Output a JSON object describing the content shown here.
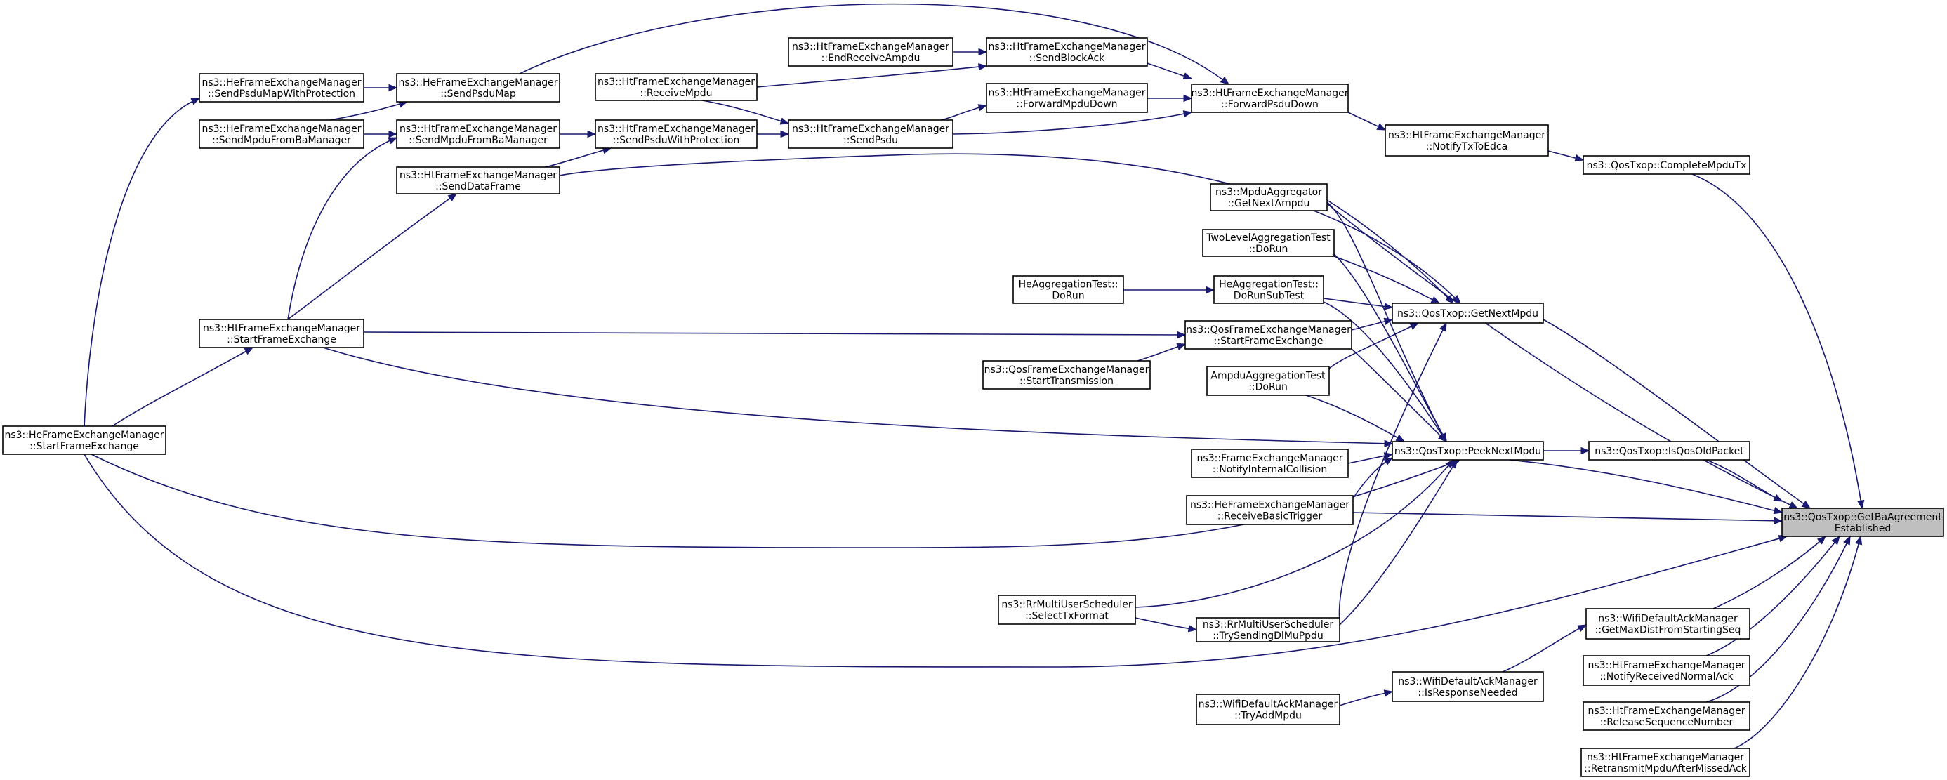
{
  "graph": {
    "nodes": [
      {
        "id": "target",
        "lines": [
          "ns3::QosTxop::GetBaAgreement",
          "Established"
        ],
        "highlight": true
      },
      {
        "id": "completeMpduTx",
        "lines": [
          "ns3::QosTxop::CompleteMpduTx"
        ]
      },
      {
        "id": "getNextMpdu",
        "lines": [
          "ns3::QosTxop::GetNextMpdu"
        ]
      },
      {
        "id": "isQosOldPacket",
        "lines": [
          "ns3::QosTxop::IsQosOldPacket"
        ]
      },
      {
        "id": "peekNextMpdu",
        "lines": [
          "ns3::QosTxop::PeekNextMpdu"
        ]
      },
      {
        "id": "getMaxDist",
        "lines": [
          "ns3::WifiDefaultAckManager",
          "::GetMaxDistFromStartingSeq"
        ]
      },
      {
        "id": "notifyReceivedNormalAck",
        "lines": [
          "ns3::HtFrameExchangeManager",
          "::NotifyReceivedNormalAck"
        ]
      },
      {
        "id": "releaseSequenceNumber",
        "lines": [
          "ns3::HtFrameExchangeManager",
          "::ReleaseSequenceNumber"
        ]
      },
      {
        "id": "retransmitMpdu",
        "lines": [
          "ns3::HtFrameExchangeManager",
          "::RetransmitMpduAfterMissedAck"
        ]
      },
      {
        "id": "notifyTxToEdca",
        "lines": [
          "ns3::HtFrameExchangeManager",
          "::NotifyTxToEdca"
        ]
      },
      {
        "id": "isResponseNeeded",
        "lines": [
          "ns3::WifiDefaultAckManager",
          "::IsResponseNeeded"
        ]
      },
      {
        "id": "forwardPsduDown",
        "lines": [
          "ns3::HtFrameExchangeManager",
          "::ForwardPsduDown"
        ]
      },
      {
        "id": "sendBlockAck",
        "lines": [
          "ns3::HtFrameExchangeManager",
          "::SendBlockAck"
        ]
      },
      {
        "id": "forwardMpduDown",
        "lines": [
          "ns3::HtFrameExchangeManager",
          "::ForwardMpduDown"
        ]
      },
      {
        "id": "endReceiveAmpdu",
        "lines": [
          "ns3::HtFrameExchangeManager",
          "::EndReceiveAmpdu"
        ]
      },
      {
        "id": "receiveMpdu",
        "lines": [
          "ns3::HtFrameExchangeManager",
          "::ReceiveMpdu"
        ]
      },
      {
        "id": "sendPsdu",
        "lines": [
          "ns3::HtFrameExchangeManager",
          "::SendPsdu"
        ]
      },
      {
        "id": "sendPsduWithProtection",
        "lines": [
          "ns3::HtFrameExchangeManager",
          "::SendPsduWithProtection"
        ]
      },
      {
        "id": "sendPsduMap",
        "lines": [
          "ns3::HeFrameExchangeManager",
          "::SendPsduMap"
        ]
      },
      {
        "id": "sendMpduFromBaManagerHt",
        "lines": [
          "ns3::HtFrameExchangeManager",
          "::SendMpduFromBaManager"
        ]
      },
      {
        "id": "sendDataFrame",
        "lines": [
          "ns3::HtFrameExchangeManager",
          "::SendDataFrame"
        ]
      },
      {
        "id": "sendPsduMapWithProtection",
        "lines": [
          "ns3::HeFrameExchangeManager",
          "::SendPsduMapWithProtection"
        ]
      },
      {
        "id": "sendMpduFromBaManagerHe",
        "lines": [
          "ns3::HeFrameExchangeManager",
          "::SendMpduFromBaManager"
        ]
      },
      {
        "id": "htStartFrameExchange",
        "lines": [
          "ns3::HtFrameExchangeManager",
          "::StartFrameExchange"
        ]
      },
      {
        "id": "heStartFrameExchange",
        "lines": [
          "ns3::HeFrameExchangeManager",
          "::StartFrameExchange"
        ]
      },
      {
        "id": "getNextAmpdu",
        "lines": [
          "ns3::MpduAggregator",
          "::GetNextAmpdu"
        ]
      },
      {
        "id": "twoLevelDoRun",
        "lines": [
          "TwoLevelAggregationTest",
          "::DoRun"
        ]
      },
      {
        "id": "heAggDoRunSubTest",
        "lines": [
          "HeAggregationTest::",
          "DoRunSubTest"
        ]
      },
      {
        "id": "heAggDoRun",
        "lines": [
          "HeAggregationTest::",
          "DoRun"
        ]
      },
      {
        "id": "qosStartFrameExchange",
        "lines": [
          "ns3::QosFrameExchangeManager",
          "::StartFrameExchange"
        ]
      },
      {
        "id": "startTransmission",
        "lines": [
          "ns3::QosFrameExchangeManager",
          "::StartTransmission"
        ]
      },
      {
        "id": "ampduDoRun",
        "lines": [
          "AmpduAggregationTest",
          "::DoRun"
        ]
      },
      {
        "id": "notifyInternalCollision",
        "lines": [
          "ns3::FrameExchangeManager",
          "::NotifyInternalCollision"
        ]
      },
      {
        "id": "receiveBasicTrigger",
        "lines": [
          "ns3::HeFrameExchangeManager",
          "::ReceiveBasicTrigger"
        ]
      },
      {
        "id": "selectTxFormat",
        "lines": [
          "ns3::RrMultiUserScheduler",
          "::SelectTxFormat"
        ]
      },
      {
        "id": "trySendingDlMuPpdu",
        "lines": [
          "ns3::RrMultiUserScheduler",
          "::TrySendingDlMuPpdu"
        ]
      },
      {
        "id": "tryAddMpdu",
        "lines": [
          "ns3::WifiDefaultAckManager",
          "::TryAddMpdu"
        ]
      }
    ],
    "edges": [
      {
        "from": "target",
        "to": "completeMpduTx"
      },
      {
        "from": "target",
        "to": "getNextMpdu"
      },
      {
        "from": "target",
        "to": "isQosOldPacket"
      },
      {
        "from": "target",
        "to": "peekNextMpdu"
      },
      {
        "from": "target",
        "to": "receiveBasicTrigger"
      },
      {
        "from": "target",
        "to": "getMaxDist"
      },
      {
        "from": "target",
        "to": "notifyReceivedNormalAck"
      },
      {
        "from": "target",
        "to": "releaseSequenceNumber"
      },
      {
        "from": "target",
        "to": "retransmitMpdu"
      },
      {
        "from": "target",
        "to": "heStartFrameExchange"
      },
      {
        "from": "target",
        "to": "getNextAmpdu"
      },
      {
        "from": "completeMpduTx",
        "to": "notifyTxToEdca"
      },
      {
        "from": "notifyTxToEdca",
        "to": "forwardPsduDown"
      },
      {
        "from": "forwardPsduDown",
        "to": "sendBlockAck"
      },
      {
        "from": "forwardPsduDown",
        "to": "forwardMpduDown"
      },
      {
        "from": "forwardPsduDown",
        "to": "sendPsdu"
      },
      {
        "from": "forwardPsduDown",
        "to": "sendPsduMap"
      },
      {
        "from": "sendBlockAck",
        "to": "endReceiveAmpdu"
      },
      {
        "from": "sendBlockAck",
        "to": "receiveMpdu"
      },
      {
        "from": "forwardMpduDown",
        "to": "sendPsdu"
      },
      {
        "from": "sendPsdu",
        "to": "receiveMpdu"
      },
      {
        "from": "sendPsdu",
        "to": "sendPsduWithProtection"
      },
      {
        "from": "sendPsduWithProtection",
        "to": "sendMpduFromBaManagerHt"
      },
      {
        "from": "sendPsduWithProtection",
        "to": "sendDataFrame"
      },
      {
        "from": "sendPsduMap",
        "to": "sendPsduMapWithProtection"
      },
      {
        "from": "sendPsduMap",
        "to": "sendMpduFromBaManagerHe"
      },
      {
        "from": "sendMpduFromBaManagerHt",
        "to": "sendMpduFromBaManagerHe"
      },
      {
        "from": "sendMpduFromBaManagerHt",
        "to": "htStartFrameExchange"
      },
      {
        "from": "sendDataFrame",
        "to": "htStartFrameExchange"
      },
      {
        "from": "sendPsduMapWithProtection",
        "to": "heStartFrameExchange"
      },
      {
        "from": "htStartFrameExchange",
        "to": "heStartFrameExchange"
      },
      {
        "from": "getNextMpdu",
        "to": "sendDataFrame"
      },
      {
        "from": "getNextMpdu",
        "to": "getNextAmpdu"
      },
      {
        "from": "getNextMpdu",
        "to": "twoLevelDoRun"
      },
      {
        "from": "getNextMpdu",
        "to": "heAggDoRunSubTest"
      },
      {
        "from": "getNextMpdu",
        "to": "qosStartFrameExchange"
      },
      {
        "from": "getNextMpdu",
        "to": "ampduDoRun"
      },
      {
        "from": "getNextMpdu",
        "to": "trySendingDlMuPpdu"
      },
      {
        "from": "heAggDoRunSubTest",
        "to": "heAggDoRun"
      },
      {
        "from": "qosStartFrameExchange",
        "to": "htStartFrameExchange"
      },
      {
        "from": "qosStartFrameExchange",
        "to": "startTransmission"
      },
      {
        "from": "isQosOldPacket",
        "to": "peekNextMpdu"
      },
      {
        "from": "peekNextMpdu",
        "to": "getNextAmpdu"
      },
      {
        "from": "peekNextMpdu",
        "to": "twoLevelDoRun"
      },
      {
        "from": "peekNextMpdu",
        "to": "heAggDoRunSubTest"
      },
      {
        "from": "peekNextMpdu",
        "to": "qosStartFrameExchange"
      },
      {
        "from": "peekNextMpdu",
        "to": "htStartFrameExchange"
      },
      {
        "from": "peekNextMpdu",
        "to": "ampduDoRun"
      },
      {
        "from": "peekNextMpdu",
        "to": "notifyInternalCollision"
      },
      {
        "from": "peekNextMpdu",
        "to": "receiveBasicTrigger"
      },
      {
        "from": "peekNextMpdu",
        "to": "heStartFrameExchange"
      },
      {
        "from": "peekNextMpdu",
        "to": "selectTxFormat"
      },
      {
        "from": "peekNextMpdu",
        "to": "trySendingDlMuPpdu"
      },
      {
        "from": "trySendingDlMuPpdu",
        "to": "selectTxFormat"
      },
      {
        "from": "getMaxDist",
        "to": "isResponseNeeded"
      },
      {
        "from": "isResponseNeeded",
        "to": "tryAddMpdu"
      }
    ]
  },
  "colors": {
    "edge": "#191970",
    "node_border": "#000000",
    "node_fill": "#ffffff",
    "target_fill": "#bfbfbf"
  }
}
